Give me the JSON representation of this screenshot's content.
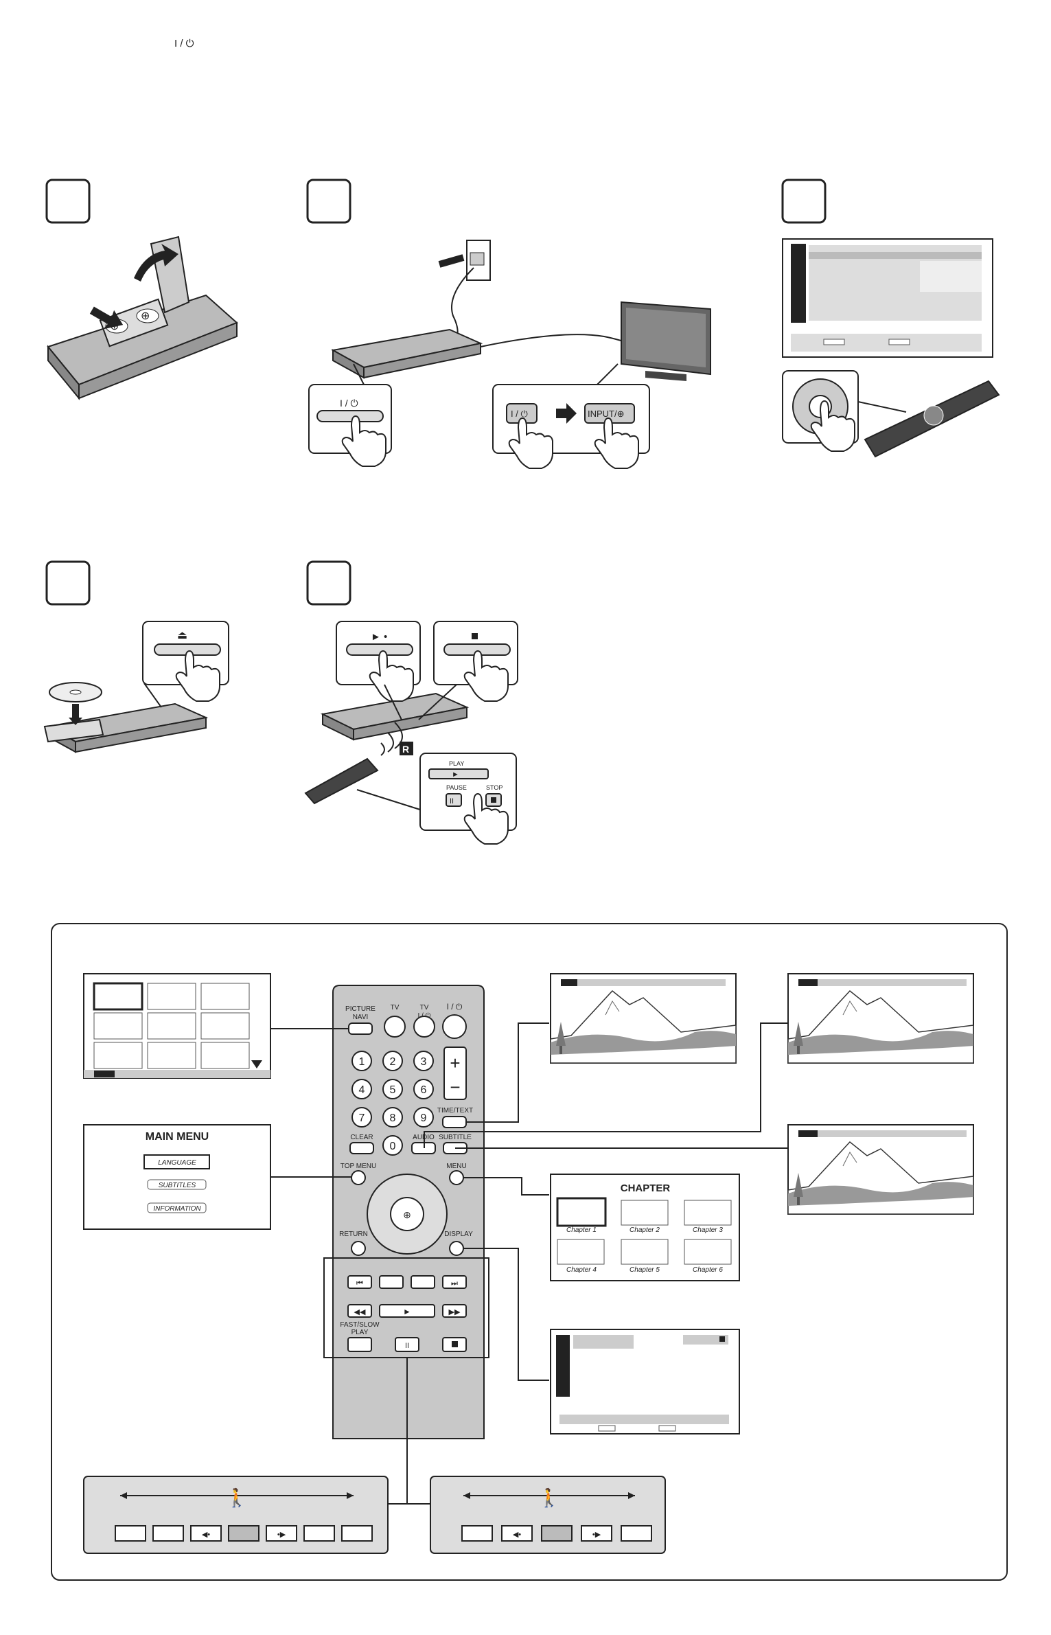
{
  "header": {
    "power_symbol": "I / ⏻"
  },
  "remote_labels": {
    "picture_navi": "PICTURE NAVI",
    "tv": "TV",
    "tv_power": "TV I / ⏻",
    "power": "I / ⏻",
    "time_text": "TIME/TEXT",
    "clear": "CLEAR",
    "audio": "AUDIO",
    "subtitle": "SUBTITLE",
    "top_menu": "TOP MENU",
    "menu": "MENU",
    "return": "RETURN",
    "display": "DISPLAY",
    "fast_slow_play": "FAST/SLOW PLAY",
    "numbers": [
      "1",
      "2",
      "3",
      "4",
      "5",
      "6",
      "7",
      "8",
      "9",
      "0"
    ]
  },
  "step2": {
    "power_btn": "I / ⏻",
    "tv_power_btn": "I / ⏻",
    "input_btn": "INPUT/⊕"
  },
  "step5": {
    "play_label": "PLAY",
    "pause_label": "PAUSE",
    "stop_label": "STOP"
  },
  "main_menu": {
    "title": "MAIN MENU",
    "items": [
      "LANGUAGE",
      "SUBTITLES",
      "INFORMATION"
    ]
  },
  "chapter_menu": {
    "title": "CHAPTER",
    "items": [
      "Chapter 1",
      "Chapter 2",
      "Chapter 3",
      "Chapter 4",
      "Chapter 5",
      "Chapter 6"
    ]
  },
  "icons": [
    "battery-icon",
    "power-outlet-icon",
    "tv-icon",
    "hand-press-icon",
    "eject-icon",
    "disc-icon",
    "play-icon",
    "stop-icon",
    "pause-icon",
    "remote-icon",
    "mountain-scene-icon",
    "person-walking-icon",
    "arrow-icon"
  ]
}
